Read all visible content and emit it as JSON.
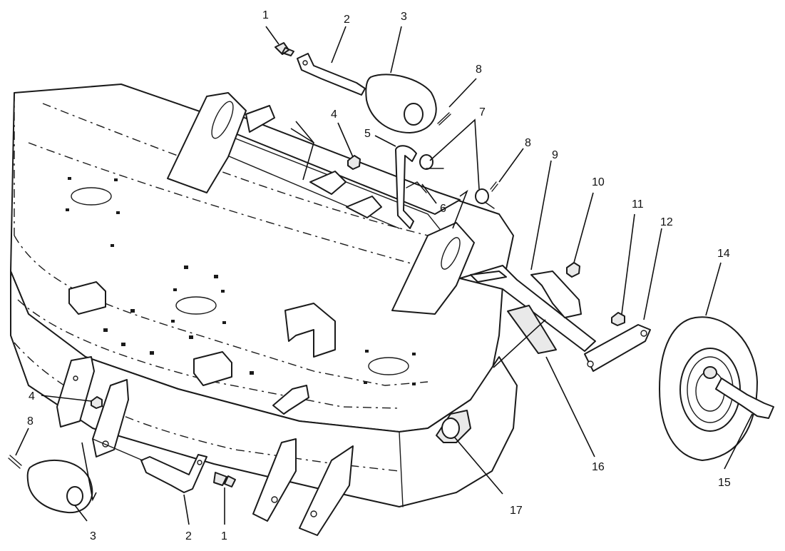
{
  "callouts": [
    {
      "id": "c1a",
      "text": "1"
    },
    {
      "id": "c2a",
      "text": "2"
    },
    {
      "id": "c3a",
      "text": "3"
    },
    {
      "id": "c4a",
      "text": "4"
    },
    {
      "id": "c5",
      "text": "5"
    },
    {
      "id": "c6",
      "text": "6"
    },
    {
      "id": "c7",
      "text": "7"
    },
    {
      "id": "c8a",
      "text": "8"
    },
    {
      "id": "c8b",
      "text": "8"
    },
    {
      "id": "c9",
      "text": "9"
    },
    {
      "id": "c10",
      "text": "10"
    },
    {
      "id": "c11",
      "text": "11"
    },
    {
      "id": "c12",
      "text": "12"
    },
    {
      "id": "c14",
      "text": "14"
    },
    {
      "id": "c15",
      "text": "15"
    },
    {
      "id": "c16",
      "text": "16"
    },
    {
      "id": "c17",
      "text": "17"
    },
    {
      "id": "c4b",
      "text": "4"
    },
    {
      "id": "c8c",
      "text": "8"
    },
    {
      "id": "c3b",
      "text": "3"
    },
    {
      "id": "c2b",
      "text": "2"
    },
    {
      "id": "c1b",
      "text": "1"
    }
  ]
}
